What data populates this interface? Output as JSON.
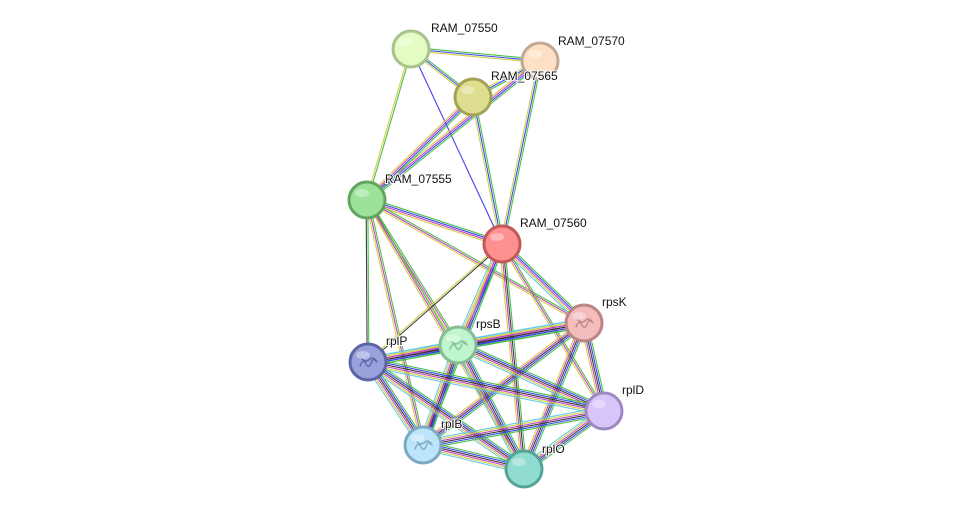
{
  "network": {
    "nodes": [
      {
        "id": "RAM_07550",
        "label": "RAM_07550",
        "fill": "#e4fcc4",
        "stroke": "#a7c28a",
        "structure": false
      },
      {
        "id": "RAM_07570",
        "label": "RAM_07570",
        "fill": "#fde0c6",
        "stroke": "#c3a993",
        "structure": false
      },
      {
        "id": "RAM_07565",
        "label": "RAM_07565",
        "fill": "#dede91",
        "stroke": "#a3a358",
        "structure": false
      },
      {
        "id": "RAM_07555",
        "label": "RAM_07555",
        "fill": "#9ce39a",
        "stroke": "#63a461",
        "structure": false
      },
      {
        "id": "RAM_07560",
        "label": "RAM_07560",
        "fill": "#ff9090",
        "stroke": "#c45757",
        "structure": false
      },
      {
        "id": "rpsK",
        "label": "rpsK",
        "fill": "#f5bcbc",
        "stroke": "#bb8585",
        "structure": true
      },
      {
        "id": "rpsB",
        "label": "rpsB",
        "fill": "#bff5cc",
        "stroke": "#86bb93",
        "structure": true
      },
      {
        "id": "rplP",
        "label": "rplP",
        "fill": "#9aa2dc",
        "stroke": "#5d66a4",
        "structure": true
      },
      {
        "id": "rplD",
        "label": "rplD",
        "fill": "#d8c6fb",
        "stroke": "#9d8ac2",
        "structure": false
      },
      {
        "id": "rplB",
        "label": "rplB",
        "fill": "#bce4fa",
        "stroke": "#7daac3",
        "structure": true
      },
      {
        "id": "rplO",
        "label": "rplO",
        "fill": "#90dcd0",
        "stroke": "#55a497",
        "structure": false
      }
    ],
    "edges": [
      {
        "source": "RAM_07550",
        "target": "RAM_07570",
        "colors": [
          "#3fbf3f",
          "#3a3aef",
          "#cfcf3f"
        ]
      },
      {
        "source": "RAM_07550",
        "target": "RAM_07565",
        "colors": [
          "#3fbf3f",
          "#3a3aef",
          "#cfcf3f"
        ]
      },
      {
        "source": "RAM_07550",
        "target": "RAM_07555",
        "colors": [
          "#3fbf3f",
          "#cfcf3f"
        ]
      },
      {
        "source": "RAM_07550",
        "target": "RAM_07560",
        "colors": [
          "#3a3aef"
        ]
      },
      {
        "source": "RAM_07570",
        "target": "RAM_07565",
        "colors": [
          "#3fbf3f",
          "#3a3aef",
          "#cfcf3f"
        ]
      },
      {
        "source": "RAM_07570",
        "target": "RAM_07555",
        "colors": [
          "#3fbf3f",
          "#3a3aef",
          "#c23ac2",
          "#cfcf3f"
        ]
      },
      {
        "source": "RAM_07570",
        "target": "RAM_07560",
        "colors": [
          "#3fbf3f",
          "#3a3aef",
          "#cfcf3f"
        ]
      },
      {
        "source": "RAM_07565",
        "target": "RAM_07555",
        "colors": [
          "#3fbf3f",
          "#3a3aef",
          "#c23ac2",
          "#cfcf3f"
        ]
      },
      {
        "source": "RAM_07565",
        "target": "RAM_07560",
        "colors": [
          "#3fbf3f",
          "#3a3aef",
          "#cfcf3f"
        ]
      },
      {
        "source": "RAM_07555",
        "target": "RAM_07560",
        "colors": [
          "#3fbf3f",
          "#3a3aef",
          "#c23ac2",
          "#cfcf3f"
        ]
      },
      {
        "source": "RAM_07555",
        "target": "rpsK",
        "colors": [
          "#3fbf3f",
          "#c23ac2",
          "#cfcf3f"
        ]
      },
      {
        "source": "RAM_07555",
        "target": "rpsB",
        "colors": [
          "#3fbf3f",
          "#c23ac2",
          "#cfcf3f"
        ]
      },
      {
        "source": "RAM_07555",
        "target": "rplP",
        "colors": [
          "#3fbf3f",
          "#333333"
        ]
      },
      {
        "source": "RAM_07555",
        "target": "rplB",
        "colors": [
          "#3fbf3f",
          "#c23ac2",
          "#cfcf3f"
        ]
      },
      {
        "source": "RAM_07555",
        "target": "rplO",
        "colors": [
          "#3fbf3f",
          "#c23ac2",
          "#cfcf3f"
        ]
      },
      {
        "source": "RAM_07560",
        "target": "rpsK",
        "colors": [
          "#3fbf3f",
          "#3a3aef",
          "#c23ac2",
          "#cfcf3f",
          "#5fc8e6"
        ]
      },
      {
        "source": "RAM_07560",
        "target": "rpsB",
        "colors": [
          "#3fbf3f",
          "#3a3aef",
          "#c23ac2",
          "#cfcf3f",
          "#5fc8e6"
        ]
      },
      {
        "source": "RAM_07560",
        "target": "rplP",
        "colors": [
          "#333333",
          "#cfcf3f"
        ]
      },
      {
        "source": "RAM_07560",
        "target": "rplD",
        "colors": [
          "#3fbf3f",
          "#c23ac2",
          "#cfcf3f"
        ]
      },
      {
        "source": "RAM_07560",
        "target": "rplB",
        "colors": [
          "#3fbf3f",
          "#3a3aef",
          "#c23ac2",
          "#cfcf3f"
        ]
      },
      {
        "source": "RAM_07560",
        "target": "rplO",
        "colors": [
          "#3fbf3f",
          "#333333",
          "#c23ac2",
          "#cfcf3f"
        ]
      },
      {
        "source": "rpsK",
        "target": "rpsB",
        "colors": [
          "#3fbf3f",
          "#3a3aef",
          "#333333",
          "#c23ac2",
          "#cfcf3f",
          "#5fc8e6"
        ]
      },
      {
        "source": "rpsK",
        "target": "rplP",
        "colors": [
          "#3fbf3f",
          "#3a3aef",
          "#333333",
          "#c23ac2",
          "#cfcf3f",
          "#5fc8e6"
        ]
      },
      {
        "source": "rpsK",
        "target": "rplD",
        "colors": [
          "#3fbf3f",
          "#3a3aef",
          "#333333",
          "#c23ac2",
          "#cfcf3f"
        ]
      },
      {
        "source": "rpsK",
        "target": "rplB",
        "colors": [
          "#3fbf3f",
          "#3a3aef",
          "#333333",
          "#c23ac2",
          "#cfcf3f"
        ]
      },
      {
        "source": "rpsK",
        "target": "rplO",
        "colors": [
          "#3fbf3f",
          "#3a3aef",
          "#333333",
          "#c23ac2",
          "#cfcf3f"
        ]
      },
      {
        "source": "rpsB",
        "target": "rplP",
        "colors": [
          "#3fbf3f",
          "#3a3aef",
          "#333333",
          "#c23ac2",
          "#cfcf3f",
          "#5fc8e6"
        ]
      },
      {
        "source": "rpsB",
        "target": "rplD",
        "colors": [
          "#3fbf3f",
          "#3a3aef",
          "#333333",
          "#c23ac2",
          "#cfcf3f",
          "#5fc8e6"
        ]
      },
      {
        "source": "rpsB",
        "target": "rplB",
        "colors": [
          "#3fbf3f",
          "#3a3aef",
          "#333333",
          "#c23ac2",
          "#cfcf3f",
          "#5fc8e6"
        ]
      },
      {
        "source": "rpsB",
        "target": "rplO",
        "colors": [
          "#3fbf3f",
          "#3a3aef",
          "#333333",
          "#c23ac2",
          "#cfcf3f",
          "#5fc8e6"
        ]
      },
      {
        "source": "rplP",
        "target": "rplD",
        "colors": [
          "#3fbf3f",
          "#3a3aef",
          "#333333",
          "#c23ac2",
          "#cfcf3f",
          "#5fc8e6"
        ]
      },
      {
        "source": "rplP",
        "target": "rplB",
        "colors": [
          "#3fbf3f",
          "#3a3aef",
          "#333333",
          "#c23ac2",
          "#cfcf3f",
          "#5fc8e6"
        ]
      },
      {
        "source": "rplP",
        "target": "rplO",
        "colors": [
          "#3fbf3f",
          "#3a3aef",
          "#333333",
          "#c23ac2",
          "#cfcf3f",
          "#5fc8e6"
        ]
      },
      {
        "source": "rplD",
        "target": "rplB",
        "colors": [
          "#3fbf3f",
          "#3a3aef",
          "#333333",
          "#c23ac2",
          "#cfcf3f",
          "#5fc8e6"
        ]
      },
      {
        "source": "rplD",
        "target": "rplO",
        "colors": [
          "#3fbf3f",
          "#3a3aef",
          "#333333",
          "#c23ac2",
          "#cfcf3f",
          "#5fc8e6"
        ]
      },
      {
        "source": "rplB",
        "target": "rplO",
        "colors": [
          "#3fbf3f",
          "#3a3aef",
          "#333333",
          "#c23ac2",
          "#cfcf3f",
          "#5fc8e6"
        ]
      }
    ]
  }
}
